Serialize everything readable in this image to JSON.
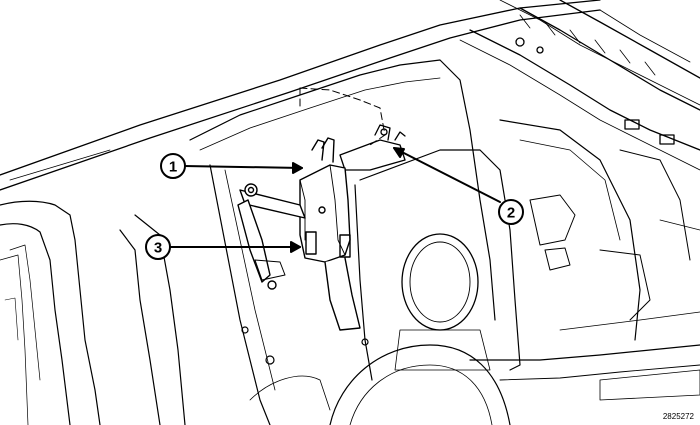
{
  "figure_id": "2825272",
  "callouts": [
    {
      "label": "1"
    },
    {
      "label": "2"
    },
    {
      "label": "3"
    }
  ],
  "colors": {
    "line": "#000000",
    "background": "#ffffff",
    "shade": "#e6e6e6"
  }
}
